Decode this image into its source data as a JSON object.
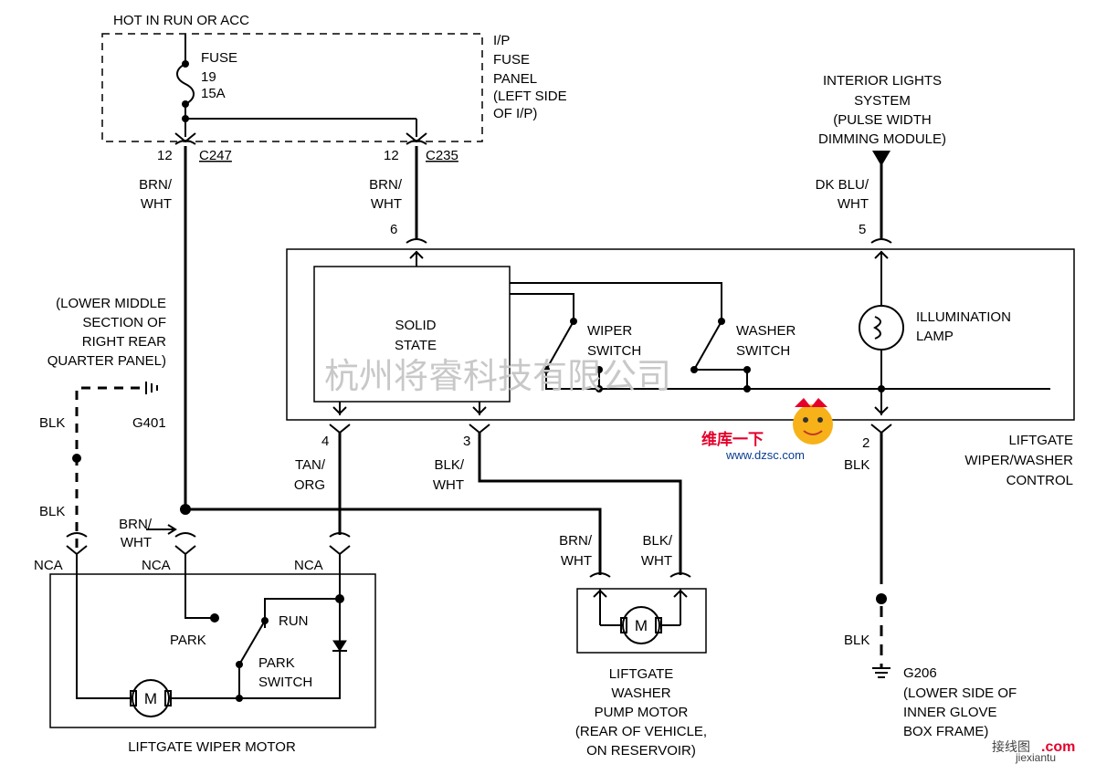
{
  "labels": {
    "supply": "HOT IN RUN OR ACC",
    "fuse": [
      "FUSE",
      "19",
      "15A"
    ],
    "fuse_panel": [
      "I/P",
      "FUSE",
      "PANEL",
      "(LEFT SIDE",
      "OF I/P)"
    ],
    "pin_12a": "12",
    "conn_c247": "C247",
    "pin_12b": "12",
    "conn_c235": "C235",
    "wire_brn_wht_1": [
      "BRN/",
      "WHT"
    ],
    "wire_brn_wht_2": [
      "BRN/",
      "WHT"
    ],
    "pin_6": "6",
    "interior": [
      "INTERIOR LIGHTS",
      "SYSTEM",
      "(PULSE WIDTH",
      "DIMMING MODULE)"
    ],
    "wire_dkblu": [
      "DK BLU/",
      "WHT"
    ],
    "pin_5": "5",
    "solid_state": [
      "SOLID",
      "STATE"
    ],
    "wiper_switch": [
      "WIPER",
      "SWITCH"
    ],
    "washer_switch": [
      "WASHER",
      "SWITCH"
    ],
    "illum_lamp": [
      "ILLUMINATION",
      "LAMP"
    ],
    "g401_location": [
      "(LOWER MIDDLE",
      "SECTION OF",
      "RIGHT REAR",
      "QUARTER PANEL)"
    ],
    "g401": "G401",
    "blk_1": "BLK",
    "blk_2": "BLK",
    "pin_4": "4",
    "pin_3": "3",
    "pin_2": "2",
    "wire_tan_org": [
      "TAN/",
      "ORG"
    ],
    "wire_blk_wht": [
      "BLK/",
      "WHT"
    ],
    "blk_3": "BLK",
    "blk_4": "BLK",
    "control_name": [
      "LIFTGATE",
      "WIPER/WASHER",
      "CONTROL"
    ],
    "wire_brn_wht_3": [
      "BRN/",
      "WHT"
    ],
    "nca_1": "NCA",
    "nca_2": "NCA",
    "nca_3": "NCA",
    "wire_brn_wht_4": [
      "BRN/",
      "WHT"
    ],
    "wire_blk_wht_2": [
      "BLK/",
      "WHT"
    ],
    "run": "RUN",
    "park": "PARK",
    "park_switch": [
      "PARK",
      "SWITCH"
    ],
    "motor_symbol": "M",
    "motor_symbol_2": "M",
    "wiper_motor": "LIFTGATE WIPER MOTOR",
    "washer_motor": [
      "LIFTGATE",
      "WASHER",
      "PUMP MOTOR",
      "(REAR OF VEHICLE,",
      "ON RESERVOIR)"
    ],
    "g206": "G206",
    "g206_location": [
      "(LOWER SIDE OF",
      "INNER GLOVE",
      "BOX FRAME)"
    ]
  },
  "watermark": "杭州将睿科技有限公司",
  "logo": {
    "cn": "维库一下",
    "url": "www.dzsc.com"
  },
  "footer": {
    "cn": "接线图",
    "com": ".com",
    "site": "jiexiantu"
  }
}
